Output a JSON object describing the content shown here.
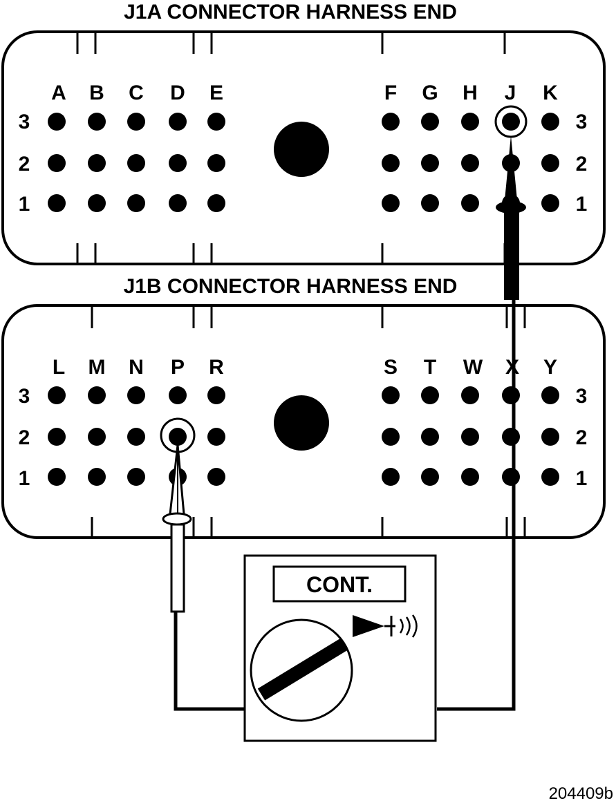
{
  "connectors": [
    {
      "title": "J1A CONNECTOR HARNESS END",
      "left_columns": [
        "A",
        "B",
        "C",
        "D",
        "E"
      ],
      "right_columns": [
        "F",
        "G",
        "H",
        "J",
        "K"
      ],
      "rows": [
        "3",
        "2",
        "1"
      ],
      "highlighted_pin": "J3"
    },
    {
      "title": "J1B CONNECTOR HARNESS END",
      "left_columns": [
        "L",
        "M",
        "N",
        "P",
        "R"
      ],
      "right_columns": [
        "S",
        "T",
        "W",
        "X",
        "Y"
      ],
      "rows": [
        "3",
        "2",
        "1"
      ],
      "highlighted_pin": "P2"
    }
  ],
  "meter": {
    "mode_label": "CONT.",
    "icon": "diode-continuity-icon"
  },
  "figure_id": "204409b"
}
